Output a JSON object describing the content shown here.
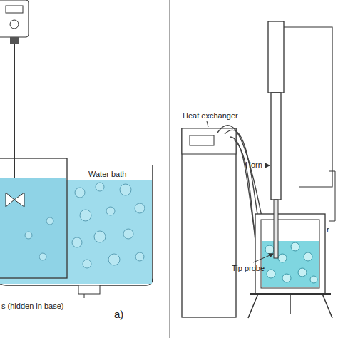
{
  "diagram": {
    "labels": [
      "Water bath",
      "s (hidden in base)",
      "a)",
      "Heat exchanger",
      "Horn",
      "Tip probe",
      "r"
    ]
  }
}
